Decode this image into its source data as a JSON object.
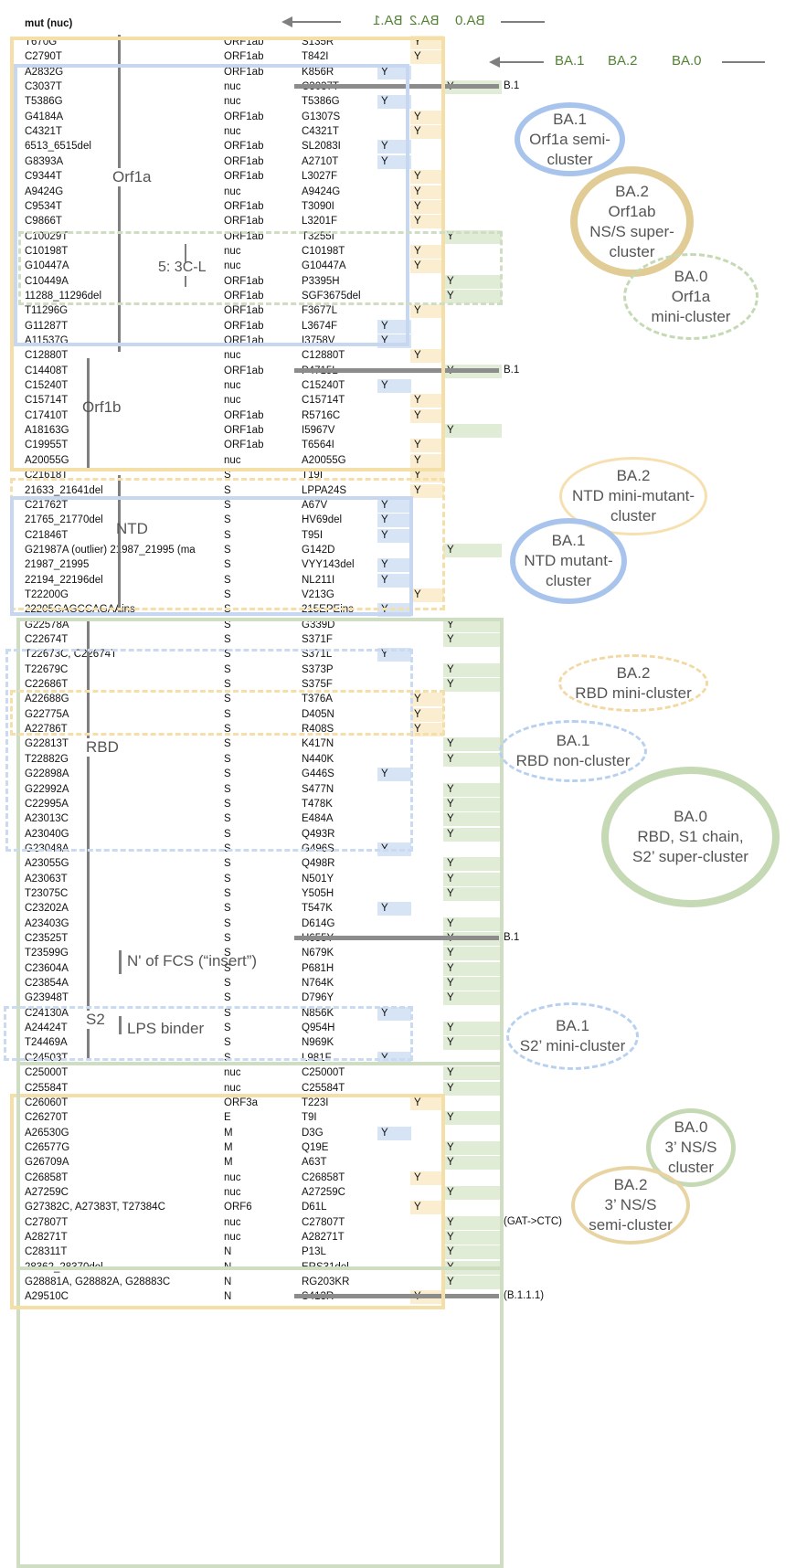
{
  "header": {
    "mut_nuc": "mut (nuc)"
  },
  "top_legend": {
    "mirrored": {
      "a": "BA.0",
      "b": "BA.2",
      "c": "BA.1"
    },
    "row": {
      "a": "BA.1",
      "b": "BA.2",
      "c": "BA.0"
    }
  },
  "rows": [
    {
      "mut": "T670G",
      "gene": "ORF1ab",
      "aa": "S135R",
      "ba1": "",
      "ba2": "Y",
      "ba0": ""
    },
    {
      "mut": "C2790T",
      "gene": "ORF1ab",
      "aa": "T842I",
      "ba1": "",
      "ba2": "Y",
      "ba0": ""
    },
    {
      "mut": "A2832G",
      "gene": "ORF1ab",
      "aa": "K856R",
      "ba1": "Y",
      "ba2": "",
      "ba0": ""
    },
    {
      "mut": "C3037T",
      "gene": "nuc",
      "aa": "C3037T",
      "ba1": "",
      "ba2": "",
      "ba0": "Y"
    },
    {
      "mut": "T5386G",
      "gene": "nuc",
      "aa": "T5386G",
      "ba1": "Y",
      "ba2": "",
      "ba0": ""
    },
    {
      "mut": "G4184A",
      "gene": "ORF1ab",
      "aa": "G1307S",
      "ba1": "",
      "ba2": "Y",
      "ba0": ""
    },
    {
      "mut": "C4321T",
      "gene": "nuc",
      "aa": "C4321T",
      "ba1": "",
      "ba2": "Y",
      "ba0": ""
    },
    {
      "mut": "6513_6515del",
      "gene": "ORF1ab",
      "aa": "SL2083I",
      "ba1": "Y",
      "ba2": "",
      "ba0": ""
    },
    {
      "mut": "G8393A",
      "gene": "ORF1ab",
      "aa": "A2710T",
      "ba1": "Y",
      "ba2": "",
      "ba0": ""
    },
    {
      "mut": "C9344T",
      "gene": "ORF1ab",
      "aa": "L3027F",
      "ba1": "",
      "ba2": "Y",
      "ba0": ""
    },
    {
      "mut": "A9424G",
      "gene": "nuc",
      "aa": "A9424G",
      "ba1": "",
      "ba2": "Y",
      "ba0": ""
    },
    {
      "mut": "C9534T",
      "gene": "ORF1ab",
      "aa": "T3090I",
      "ba1": "",
      "ba2": "Y",
      "ba0": ""
    },
    {
      "mut": "C9866T",
      "gene": "ORF1ab",
      "aa": "L3201F",
      "ba1": "",
      "ba2": "Y",
      "ba0": ""
    },
    {
      "mut": "C10029T",
      "gene": "ORF1ab",
      "aa": "T3255I",
      "ba1": "",
      "ba2": "",
      "ba0": "Y"
    },
    {
      "mut": "C10198T",
      "gene": "nuc",
      "aa": "C10198T",
      "ba1": "",
      "ba2": "Y",
      "ba0": ""
    },
    {
      "mut": "G10447A",
      "gene": "nuc",
      "aa": "G10447A",
      "ba1": "",
      "ba2": "Y",
      "ba0": ""
    },
    {
      "mut": "C10449A",
      "gene": "ORF1ab",
      "aa": "P3395H",
      "ba1": "",
      "ba2": "",
      "ba0": "Y"
    },
    {
      "mut": "11288_11296del",
      "gene": "ORF1ab",
      "aa": "SGF3675del",
      "ba1": "",
      "ba2": "",
      "ba0": "Y"
    },
    {
      "mut": "T11296G",
      "gene": "ORF1ab",
      "aa": "F3677L",
      "ba1": "",
      "ba2": "Y",
      "ba0": ""
    },
    {
      "mut": "G11287T",
      "gene": "ORF1ab",
      "aa": "L3674F",
      "ba1": "Y",
      "ba2": "",
      "ba0": ""
    },
    {
      "mut": "A11537G",
      "gene": "ORF1ab",
      "aa": "I3758V",
      "ba1": "Y",
      "ba2": "",
      "ba0": ""
    },
    {
      "mut": "C12880T",
      "gene": "nuc",
      "aa": "C12880T",
      "ba1": "",
      "ba2": "Y",
      "ba0": ""
    },
    {
      "mut": "C14408T",
      "gene": "ORF1ab",
      "aa": "P4715L",
      "ba1": "",
      "ba2": "",
      "ba0": "Y"
    },
    {
      "mut": "C15240T",
      "gene": "nuc",
      "aa": "C15240T",
      "ba1": "Y",
      "ba2": "",
      "ba0": ""
    },
    {
      "mut": "C15714T",
      "gene": "nuc",
      "aa": "C15714T",
      "ba1": "",
      "ba2": "Y",
      "ba0": ""
    },
    {
      "mut": "C17410T",
      "gene": "ORF1ab",
      "aa": "R5716C",
      "ba1": "",
      "ba2": "Y",
      "ba0": ""
    },
    {
      "mut": "A18163G",
      "gene": "ORF1ab",
      "aa": "I5967V",
      "ba1": "",
      "ba2": "",
      "ba0": "Y"
    },
    {
      "mut": "C19955T",
      "gene": "ORF1ab",
      "aa": "T6564I",
      "ba1": "",
      "ba2": "Y",
      "ba0": ""
    },
    {
      "mut": "A20055G",
      "gene": "nuc",
      "aa": "A20055G",
      "ba1": "",
      "ba2": "Y",
      "ba0": ""
    },
    {
      "mut": "C21618T",
      "gene": "S",
      "aa": "T19I",
      "ba1": "",
      "ba2": "Y",
      "ba0": ""
    },
    {
      "mut": "21633_21641del",
      "gene": "S",
      "aa": "LPPA24S",
      "ba1": "",
      "ba2": "Y",
      "ba0": ""
    },
    {
      "mut": "C21762T",
      "gene": "S",
      "aa": "A67V",
      "ba1": "Y",
      "ba2": "",
      "ba0": ""
    },
    {
      "mut": "21765_21770del",
      "gene": "S",
      "aa": "HV69del",
      "ba1": "Y",
      "ba2": "",
      "ba0": ""
    },
    {
      "mut": "C21846T",
      "gene": "S",
      "aa": "T95I",
      "ba1": "Y",
      "ba2": "",
      "ba0": ""
    },
    {
      "mut": "G21987A (outlier)  21987_21995 (ma",
      "gene": "S",
      "aa": "G142D",
      "ba1": "",
      "ba2": "",
      "ba0": "Y"
    },
    {
      "mut": "21987_21995",
      "gene": "S",
      "aa": "VYY143del",
      "ba1": "Y",
      "ba2": "",
      "ba0": ""
    },
    {
      "mut": "22194_22196del",
      "gene": "S",
      "aa": "NL211I",
      "ba1": "Y",
      "ba2": "",
      "ba0": ""
    },
    {
      "mut": "T22200G",
      "gene": "S",
      "aa": "V213G",
      "ba1": "",
      "ba2": "Y",
      "ba0": ""
    },
    {
      "mut": "22205GAGCCAGAAins",
      "gene": "S",
      "aa": "215EPEins",
      "ba1": "Y",
      "ba2": "",
      "ba0": ""
    },
    {
      "mut": "G22578A",
      "gene": "S",
      "aa": "G339D",
      "ba1": "",
      "ba2": "",
      "ba0": "Y"
    },
    {
      "mut": "C22674T",
      "gene": "S",
      "aa": "S371F",
      "ba1": "",
      "ba2": "",
      "ba0": "Y"
    },
    {
      "mut": "T22673C, C22674T",
      "gene": "S",
      "aa": "S371L",
      "ba1": "Y",
      "ba2": "",
      "ba0": ""
    },
    {
      "mut": "T22679C",
      "gene": "S",
      "aa": "S373P",
      "ba1": "",
      "ba2": "",
      "ba0": "Y"
    },
    {
      "mut": "C22686T",
      "gene": "S",
      "aa": "S375F",
      "ba1": "",
      "ba2": "",
      "ba0": "Y"
    },
    {
      "mut": "A22688G",
      "gene": "S",
      "aa": "T376A",
      "ba1": "",
      "ba2": "Y",
      "ba0": ""
    },
    {
      "mut": "G22775A",
      "gene": "S",
      "aa": "D405N",
      "ba1": "",
      "ba2": "Y",
      "ba0": ""
    },
    {
      "mut": "A22786T",
      "gene": "S",
      "aa": "R408S",
      "ba1": "",
      "ba2": "Y",
      "ba0": ""
    },
    {
      "mut": "G22813T",
      "gene": "S",
      "aa": "K417N",
      "ba1": "",
      "ba2": "",
      "ba0": "Y"
    },
    {
      "mut": "T22882G",
      "gene": "S",
      "aa": "N440K",
      "ba1": "",
      "ba2": "",
      "ba0": "Y"
    },
    {
      "mut": "G22898A",
      "gene": "S",
      "aa": "G446S",
      "ba1": "Y",
      "ba2": "",
      "ba0": ""
    },
    {
      "mut": "G22992A",
      "gene": "S",
      "aa": "S477N",
      "ba1": "",
      "ba2": "",
      "ba0": "Y"
    },
    {
      "mut": "C22995A",
      "gene": "S",
      "aa": "T478K",
      "ba1": "",
      "ba2": "",
      "ba0": "Y"
    },
    {
      "mut": "A23013C",
      "gene": "S",
      "aa": "E484A",
      "ba1": "",
      "ba2": "",
      "ba0": "Y"
    },
    {
      "mut": "A23040G",
      "gene": "S",
      "aa": "Q493R",
      "ba1": "",
      "ba2": "",
      "ba0": "Y"
    },
    {
      "mut": "G23048A",
      "gene": "S",
      "aa": "G496S",
      "ba1": "Y",
      "ba2": "",
      "ba0": ""
    },
    {
      "mut": "A23055G",
      "gene": "S",
      "aa": "Q498R",
      "ba1": "",
      "ba2": "",
      "ba0": "Y"
    },
    {
      "mut": "A23063T",
      "gene": "S",
      "aa": "N501Y",
      "ba1": "",
      "ba2": "",
      "ba0": "Y"
    },
    {
      "mut": "T23075C",
      "gene": "S",
      "aa": "Y505H",
      "ba1": "",
      "ba2": "",
      "ba0": "Y"
    },
    {
      "mut": "C23202A",
      "gene": "S",
      "aa": "T547K",
      "ba1": "Y",
      "ba2": "",
      "ba0": ""
    },
    {
      "mut": "A23403G",
      "gene": "S",
      "aa": "D614G",
      "ba1": "",
      "ba2": "",
      "ba0": "Y"
    },
    {
      "mut": "C23525T",
      "gene": "S",
      "aa": "H655Y",
      "ba1": "",
      "ba2": "",
      "ba0": "Y"
    },
    {
      "mut": "T23599G",
      "gene": "S",
      "aa": "N679K",
      "ba1": "",
      "ba2": "",
      "ba0": "Y"
    },
    {
      "mut": "C23604A",
      "gene": "S",
      "aa": "P681H",
      "ba1": "",
      "ba2": "",
      "ba0": "Y"
    },
    {
      "mut": "C23854A",
      "gene": "S",
      "aa": "N764K",
      "ba1": "",
      "ba2": "",
      "ba0": "Y"
    },
    {
      "mut": "G23948T",
      "gene": "S",
      "aa": "D796Y",
      "ba1": "",
      "ba2": "",
      "ba0": "Y"
    },
    {
      "mut": "C24130A",
      "gene": "S",
      "aa": "N856K",
      "ba1": "Y",
      "ba2": "",
      "ba0": ""
    },
    {
      "mut": "A24424T",
      "gene": "S",
      "aa": "Q954H",
      "ba1": "",
      "ba2": "",
      "ba0": "Y"
    },
    {
      "mut": "T24469A",
      "gene": "S",
      "aa": "N969K",
      "ba1": "",
      "ba2": "",
      "ba0": "Y"
    },
    {
      "mut": "C24503T",
      "gene": "S",
      "aa": "L981F",
      "ba1": "Y",
      "ba2": "",
      "ba0": ""
    },
    {
      "mut": "C25000T",
      "gene": "nuc",
      "aa": "C25000T",
      "ba1": "",
      "ba2": "",
      "ba0": "Y"
    },
    {
      "mut": "C25584T",
      "gene": "nuc",
      "aa": "C25584T",
      "ba1": "",
      "ba2": "",
      "ba0": "Y"
    },
    {
      "mut": "C26060T",
      "gene": "ORF3a",
      "aa": "T223I",
      "ba1": "",
      "ba2": "Y",
      "ba0": ""
    },
    {
      "mut": "C26270T",
      "gene": "E",
      "aa": "T9I",
      "ba1": "",
      "ba2": "",
      "ba0": "Y"
    },
    {
      "mut": "A26530G",
      "gene": "M",
      "aa": "D3G",
      "ba1": "Y",
      "ba2": "",
      "ba0": ""
    },
    {
      "mut": "C26577G",
      "gene": "M",
      "aa": "Q19E",
      "ba1": "",
      "ba2": "",
      "ba0": "Y"
    },
    {
      "mut": "G26709A",
      "gene": "M",
      "aa": "A63T",
      "ba1": "",
      "ba2": "",
      "ba0": "Y"
    },
    {
      "mut": "C26858T",
      "gene": "nuc",
      "aa": "C26858T",
      "ba1": "",
      "ba2": "Y",
      "ba0": ""
    },
    {
      "mut": "A27259C",
      "gene": "nuc",
      "aa": "A27259C",
      "ba1": "",
      "ba2": "",
      "ba0": "Y"
    },
    {
      "mut": "G27382C, A27383T, T27384C",
      "gene": "ORF6",
      "aa": "D61L",
      "ba1": "",
      "ba2": "Y",
      "ba0": ""
    },
    {
      "mut": "C27807T",
      "gene": "nuc",
      "aa": "C27807T",
      "ba1": "",
      "ba2": "",
      "ba0": "Y"
    },
    {
      "mut": "A28271T",
      "gene": "nuc",
      "aa": "A28271T",
      "ba1": "",
      "ba2": "",
      "ba0": "Y"
    },
    {
      "mut": "C28311T",
      "gene": "N",
      "aa": "P13L",
      "ba1": "",
      "ba2": "",
      "ba0": "Y"
    },
    {
      "mut": "28362_28370del",
      "gene": "N",
      "aa": "ERS31del",
      "ba1": "",
      "ba2": "",
      "ba0": "Y"
    },
    {
      "mut": "G28881A, G28882A, G28883C",
      "gene": "N",
      "aa": "RG203KR",
      "ba1": "",
      "ba2": "",
      "ba0": "Y"
    },
    {
      "mut": "A29510C",
      "gene": "N",
      "aa": "S413R",
      "ba1": "",
      "ba2": "Y",
      "ba0": ""
    }
  ],
  "right_labels": [
    {
      "row": 3,
      "text": "B.1"
    },
    {
      "row": 22,
      "text": "B.1"
    },
    {
      "row": 60,
      "text": "B.1"
    },
    {
      "row": 79,
      "text": "(GAT->CTC)"
    },
    {
      "row": 84,
      "text": "(B.1.1.1)"
    }
  ],
  "gene_labels": {
    "orf1a": "Orf1a",
    "threecl": "5: 3C-L",
    "orf1b": "Orf1b",
    "ntd": "NTD",
    "rbd": "RBD",
    "fcs": "N' of FCS (“insert”)",
    "s2": "S2",
    "lps": "LPS binder"
  },
  "clusters": [
    {
      "key": "ba1_orf1a",
      "color": "#a9c4ec",
      "style": "solid",
      "text": "BA.1\nOrf1a semi-\ncluster"
    },
    {
      "key": "ba2_orf1ab",
      "color": "#e2cc95",
      "style": "solid",
      "text": "BA.2\nOrf1ab\nNS/S super-\ncluster"
    },
    {
      "key": "ba0_orf1a",
      "color": "#c5d9b5",
      "style": "dashed",
      "text": "BA.0\nOrf1a\nmini-cluster"
    },
    {
      "key": "ba2_ntd",
      "color": "#f6e0b0",
      "style": "solid",
      "text": "BA.2\nNTD mini-mutant-\ncluster"
    },
    {
      "key": "ba1_ntd",
      "color": "#a9c4ec",
      "style": "solid",
      "text": "BA.1\nNTD mutant-\ncluster"
    },
    {
      "key": "ba2_rbd",
      "color": "#f2d9a3",
      "style": "dashed",
      "text": "BA.2\nRBD mini-cluster"
    },
    {
      "key": "ba1_rbd",
      "color": "#b8d0f0",
      "style": "dashed",
      "text": "BA.1\nRBD non-cluster"
    },
    {
      "key": "ba0_rbd",
      "color": "#c5d9b5",
      "style": "solid",
      "text": "BA.0\nRBD, S1 chain,\nS2’ super-cluster"
    },
    {
      "key": "ba1_s2",
      "color": "#b8d0f0",
      "style": "dashed",
      "text": "BA.1\nS2’ mini-cluster"
    },
    {
      "key": "ba0_3ns",
      "color": "#c5d9b5",
      "style": "solid",
      "text": "BA.0\n3’ NS/S\ncluster"
    },
    {
      "key": "ba2_3ns",
      "color": "#e8d4a3",
      "style": "solid",
      "text": "BA.2\n3’ NS/S\nsemi-cluster"
    }
  ],
  "colors": {
    "ba1": "#d6e4f5",
    "ba2": "#fbeed0",
    "ba0": "#e1ecd7",
    "bar": "#8c8c8c",
    "arrow": "#548235"
  }
}
